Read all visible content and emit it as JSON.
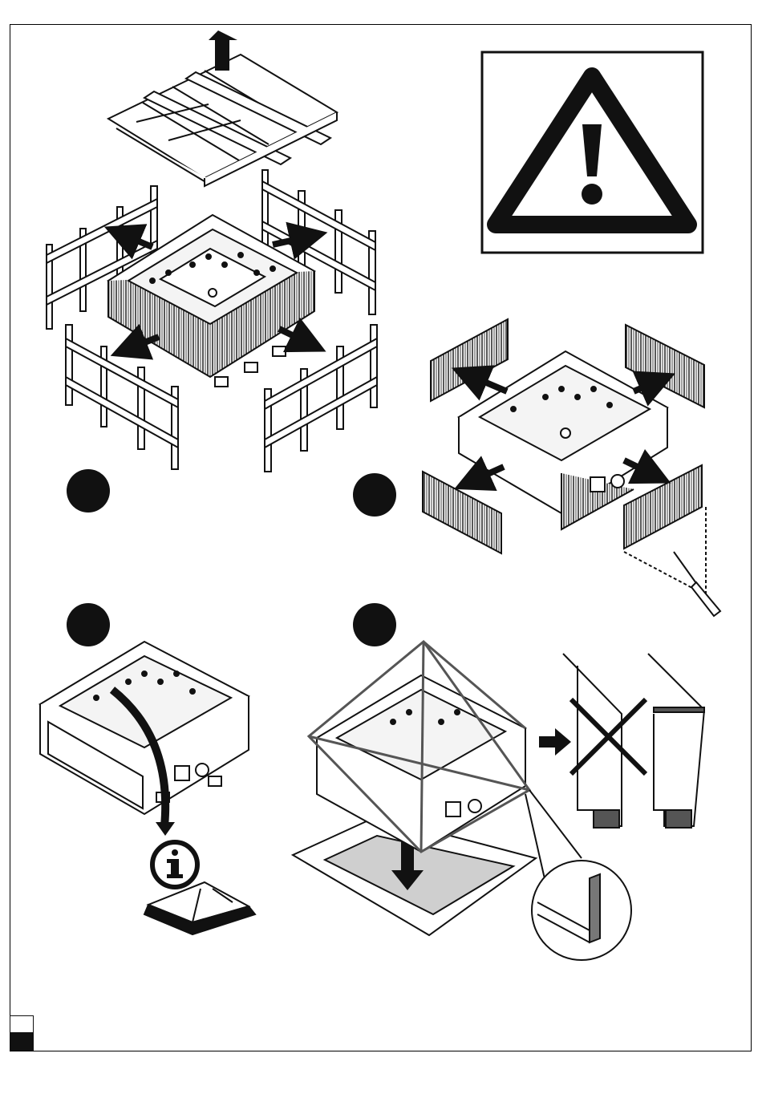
{
  "page": {
    "background": "#ffffff",
    "ink": "#111111",
    "step_fill": "#111111",
    "floor_fill": "#cfcfcf"
  },
  "steps": [
    {
      "id": "step-1",
      "text": ""
    },
    {
      "id": "step-2",
      "text": ""
    },
    {
      "id": "step-3",
      "text": ""
    },
    {
      "id": "step-4",
      "text": ""
    }
  ],
  "icons": {
    "warning": "warning-triangle-icon",
    "info": "info-icon",
    "manual": "open-manual-icon",
    "screwdriver": "screwdriver-icon"
  }
}
